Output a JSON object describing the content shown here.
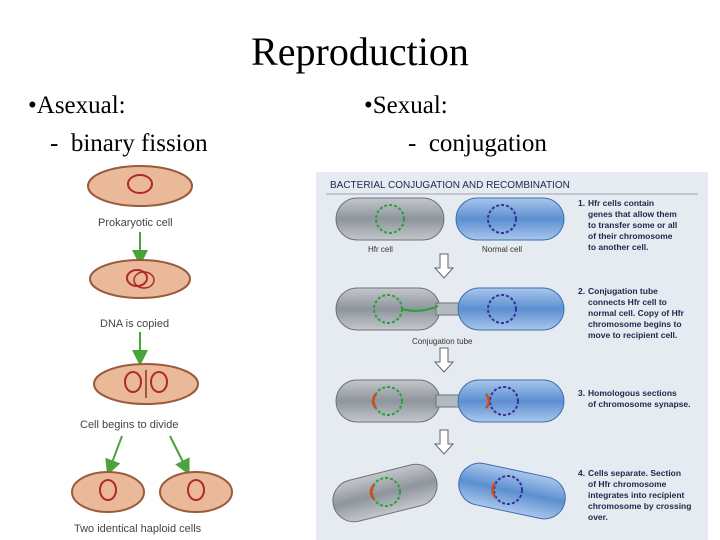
{
  "slide": {
    "title": "Reproduction",
    "left_heading": "Asexual:",
    "left_item": "binary fission",
    "right_heading": "Sexual:",
    "right_item": "conjugation",
    "bullet": "•",
    "dash": "-"
  },
  "fission_figure": {
    "labels": {
      "step1": "Prokaryotic cell",
      "step2": "DNA is copied",
      "step3": "Cell begins to divide",
      "step4": "Two identical haploid cells"
    },
    "colors": {
      "cell_fill": "#e9b99a",
      "cell_edge": "#9a5a3c",
      "dna": "#b0282a",
      "arrow": "#4aa43b"
    }
  },
  "conjugation_figure": {
    "heading": "BACTERIAL CONJUGATION AND RECOMBINATION",
    "label_hfr": "Hfr cell",
    "label_normal": "Normal cell",
    "label_tube": "Conjugation tube",
    "steps": [
      {
        "number": "1.",
        "lines": [
          "Hfr cells contain",
          "genes that allow them",
          "to transfer some or all",
          "of their chromosome",
          "to another cell."
        ]
      },
      {
        "number": "2.",
        "lines": [
          "Conjugation tube",
          "connects Hfr cell to",
          "normal cell. Copy of Hfr",
          "chromosome begins to",
          "move to recipient cell."
        ]
      },
      {
        "number": "3.",
        "lines": [
          "Homologous sections",
          "of chromosome synapse."
        ]
      },
      {
        "number": "4.",
        "lines": [
          "Cells separate. Section",
          "of Hfr chromosome",
          "integrates into recipient",
          "chromosome by crossing",
          "over."
        ]
      }
    ],
    "colors": {
      "panel_bg": "#e6eaf1",
      "hfr_cell": "#8f959c",
      "normal_cell": "#5c8fd0",
      "hfr_dna": "#27a23a",
      "normal_dna": "#3a2f9a",
      "segment": "#d14a1a",
      "heading_text": "#1a2a4a"
    }
  }
}
